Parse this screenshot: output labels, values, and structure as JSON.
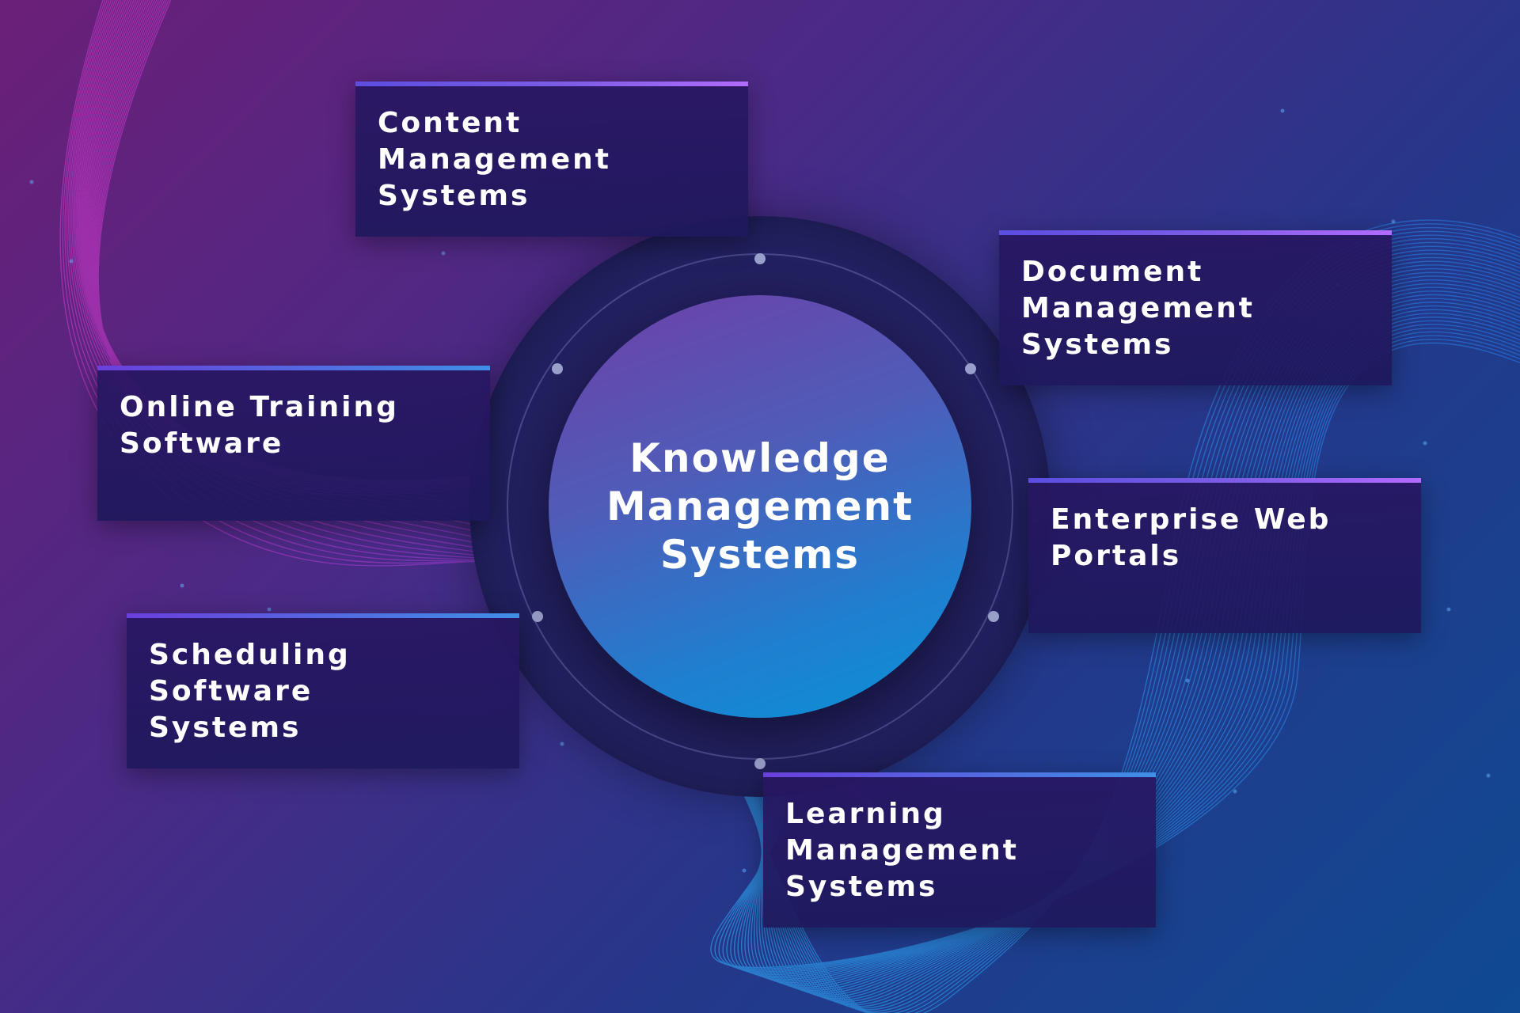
{
  "diagram": {
    "center": {
      "label": "Knowledge\nManagement\nSystems"
    },
    "nodes": [
      {
        "id": "content",
        "label": "Content Management\nSystems"
      },
      {
        "id": "document",
        "label": "Document\nManagement\nSystems"
      },
      {
        "id": "online-training",
        "label": "Online Training\nSoftware"
      },
      {
        "id": "enterprise",
        "label": "Enterprise Web\nPortals"
      },
      {
        "id": "scheduling",
        "label": "Scheduling Software\nSystems"
      },
      {
        "id": "learning",
        "label": "Learning\nManagement\nSystems"
      }
    ]
  },
  "colors": {
    "background_start": "#6b1f78",
    "background_end": "#0f4a92",
    "card_background": "#281662",
    "card_accent": "#7e5de6",
    "center_start": "#6f3fa8",
    "center_end": "#0a92d6",
    "text": "#ffffff"
  }
}
